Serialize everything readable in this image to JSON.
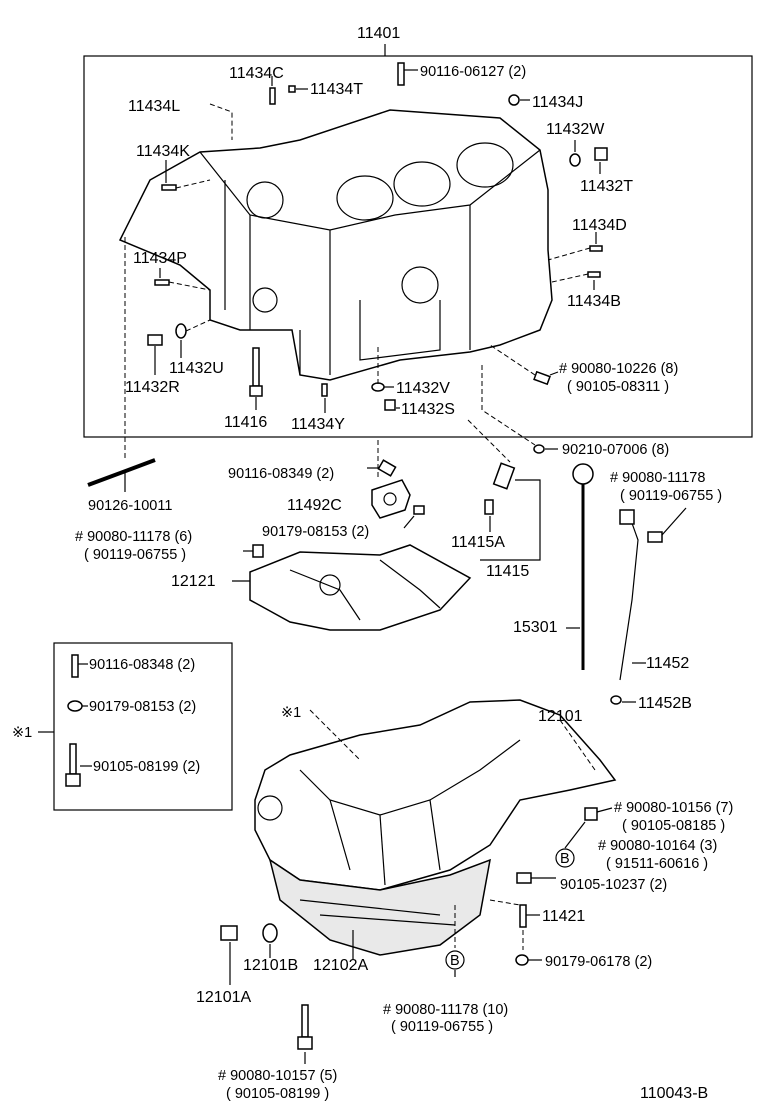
{
  "diagram": {
    "header_part": "11401",
    "footer_code": "110043-B",
    "block_labels": {
      "b90116_06127": "90116-06127 (2)",
      "b11434C": "11434C",
      "b11434T": "11434T",
      "b11434L": "11434L",
      "b11434J": "11434J",
      "b11432W": "11432W",
      "b11434K": "11434K",
      "b11432T": "11432T",
      "b11434D": "11434D",
      "b11434P": "11434P",
      "b11434B": "11434B",
      "b11432U": "11432U",
      "b11432R": "11432R",
      "b90080_10226": "# 90080-10226 (8)",
      "b90105_08311": "( 90105-08311 )",
      "b11432V": "11432V",
      "b11432S": "11432S",
      "b11416": "11416",
      "b11434Y": "11434Y"
    },
    "middle_labels": {
      "m90210_07006": "90210-07006 (8)",
      "m90126_10011": "90126-10011",
      "m90116_08349": "90116-08349 (2)",
      "m11492C": "11492C",
      "m90080_11178_r": "# 90080-11178",
      "m90119_06755_r": "( 90119-06755 )",
      "m90179_08153": "90179-08153 (2)",
      "m90080_11178_l": "# 90080-11178 (6)",
      "m90119_06755_l": "( 90119-06755 )",
      "m11415A": "11415A",
      "m11415": "11415",
      "m12121": "12121",
      "m15301": "15301",
      "m11452": "11452",
      "m11452B": "11452B"
    },
    "box_labels": {
      "x90116_08348": "90116-08348 (2)",
      "x90179_08153": "90179-08153 (2)",
      "x90105_08199": "90105-08199 (2)",
      "ref_mark": "※1"
    },
    "pan_labels": {
      "p_ref": "※1",
      "p12101": "12101",
      "p90080_10156": "# 90080-10156 (7)",
      "p90105_08185": "( 90105-08185 )",
      "p90080_10164": "# 90080-10164 (3)",
      "p91511_60616": "( 91511-60616 )",
      "pB1": "B",
      "p90105_10237": "90105-10237 (2)",
      "p11421": "11421",
      "p90179_06178": "90179-06178 (2)",
      "pB2": "B",
      "p12101B": "12101B",
      "p12102A": "12102A",
      "p12101A": "12101A",
      "p90080_11178": "# 90080-11178 (10)",
      "p90119_06755": "( 90119-06755 )",
      "p90080_10157": "# 90080-10157 (5)",
      "p90105_08199": "( 90105-08199 )"
    }
  }
}
